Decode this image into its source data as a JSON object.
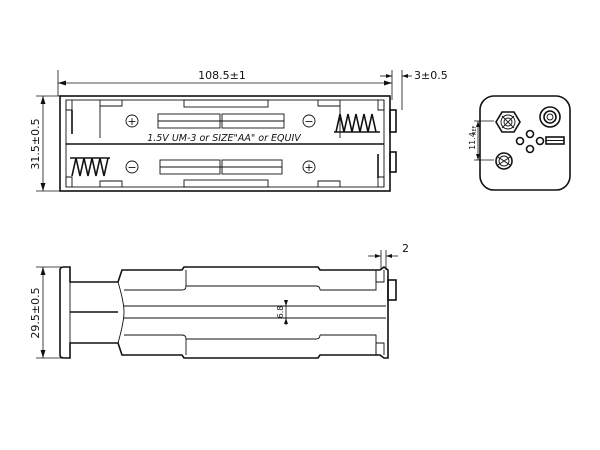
{
  "dimensions": {
    "overall_length": "108.5±1",
    "contact_extension": "3±0.5",
    "top_height": "31.5±0.5",
    "side_height": "29.5±0.5",
    "tab_offset": "2",
    "inner_gap": "6.8",
    "terminal_gap": "11.4",
    "terminal_gap_tol": "REF"
  },
  "cell_label": "1.5V  UM-3 or SIZE\"AA\" or EQUIV",
  "polarity": {
    "plus": "+",
    "minus": "−"
  },
  "icons": {
    "spring": "coil-spring-icon",
    "terminal_positive": "snap-terminal-positive-icon",
    "terminal_negative": "snap-terminal-negative-icon"
  }
}
